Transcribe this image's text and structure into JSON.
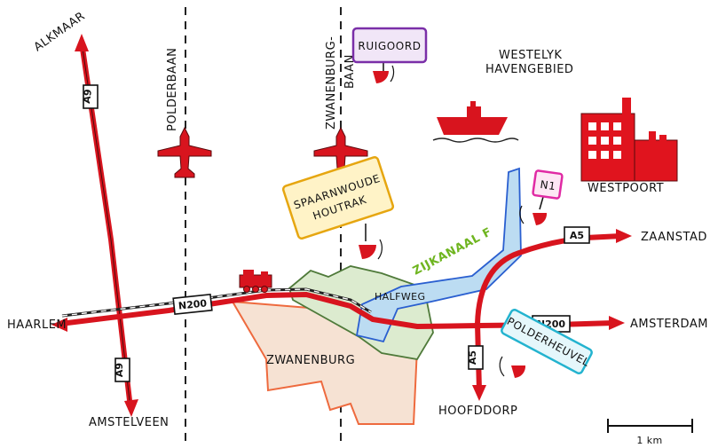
{
  "labels": {
    "alkmaar": "ALKMAAR",
    "haarlem": "HAARLEM",
    "amstelveen": "AMSTELVEEN",
    "polderbaan": "POLDERBAAN",
    "zwanenburgbaan_1": "ZWANENBURG-",
    "zwanenburgbaan_2": "BAAN",
    "westelyk_1": "WESTELYK",
    "westelyk_2": "HAVENGEBIED",
    "westpoort": "WESTPOORT",
    "zaanstad": "ZAANSTAD",
    "amsterdam": "AMSTERDAM",
    "hoofddorp": "HOOFDDORP",
    "halfweg": "HALFWEG",
    "zwanenburg": "ZWANENBURG",
    "zijkanaal": "ZIJKANAAL F",
    "scale": "1 km"
  },
  "roads": {
    "a9_top": "A9",
    "a9_bottom": "A9",
    "n200_left": "N200",
    "n200_right": "N200",
    "a5_top": "A5",
    "a5_bottom": "A5"
  },
  "stations": {
    "ruigoord": "RUIGOORD",
    "spaarnwoude_1": "SPAARNWOUDE",
    "spaarnwoude_2": "HOUTRAK",
    "n1": "N1",
    "polderheuvel": "POLDERHEUVEL"
  },
  "colors": {
    "road": "#d8141e",
    "runway": "#222222",
    "canal_fill": "#bcdcf2",
    "canal_edge": "#2a5fd0",
    "halfweg_fill": "#dcebcf",
    "halfweg_edge": "#4f7a3a",
    "zwanenburg_edge": "#ee6a3e",
    "zwanenburg_fill": "#f6e2d3",
    "factory": "#e0141e",
    "ruigoord_sign": "#7a2fa8",
    "ruigoord_sign_fill": "#f1e6f7",
    "spaarnwoude_sign": "#e6a610",
    "spaarnwoude_sign_fill": "#fff3c7",
    "n1_sign": "#e02aa4",
    "n1_sign_fill": "#fde7f4",
    "polderheuvel_sign": "#23b3cf",
    "polderheuvel_sign_fill": "#e5f7fb"
  },
  "icons": [
    "airplane-icon",
    "train-icon",
    "ship-icon",
    "factory-icon",
    "radar-icon"
  ]
}
